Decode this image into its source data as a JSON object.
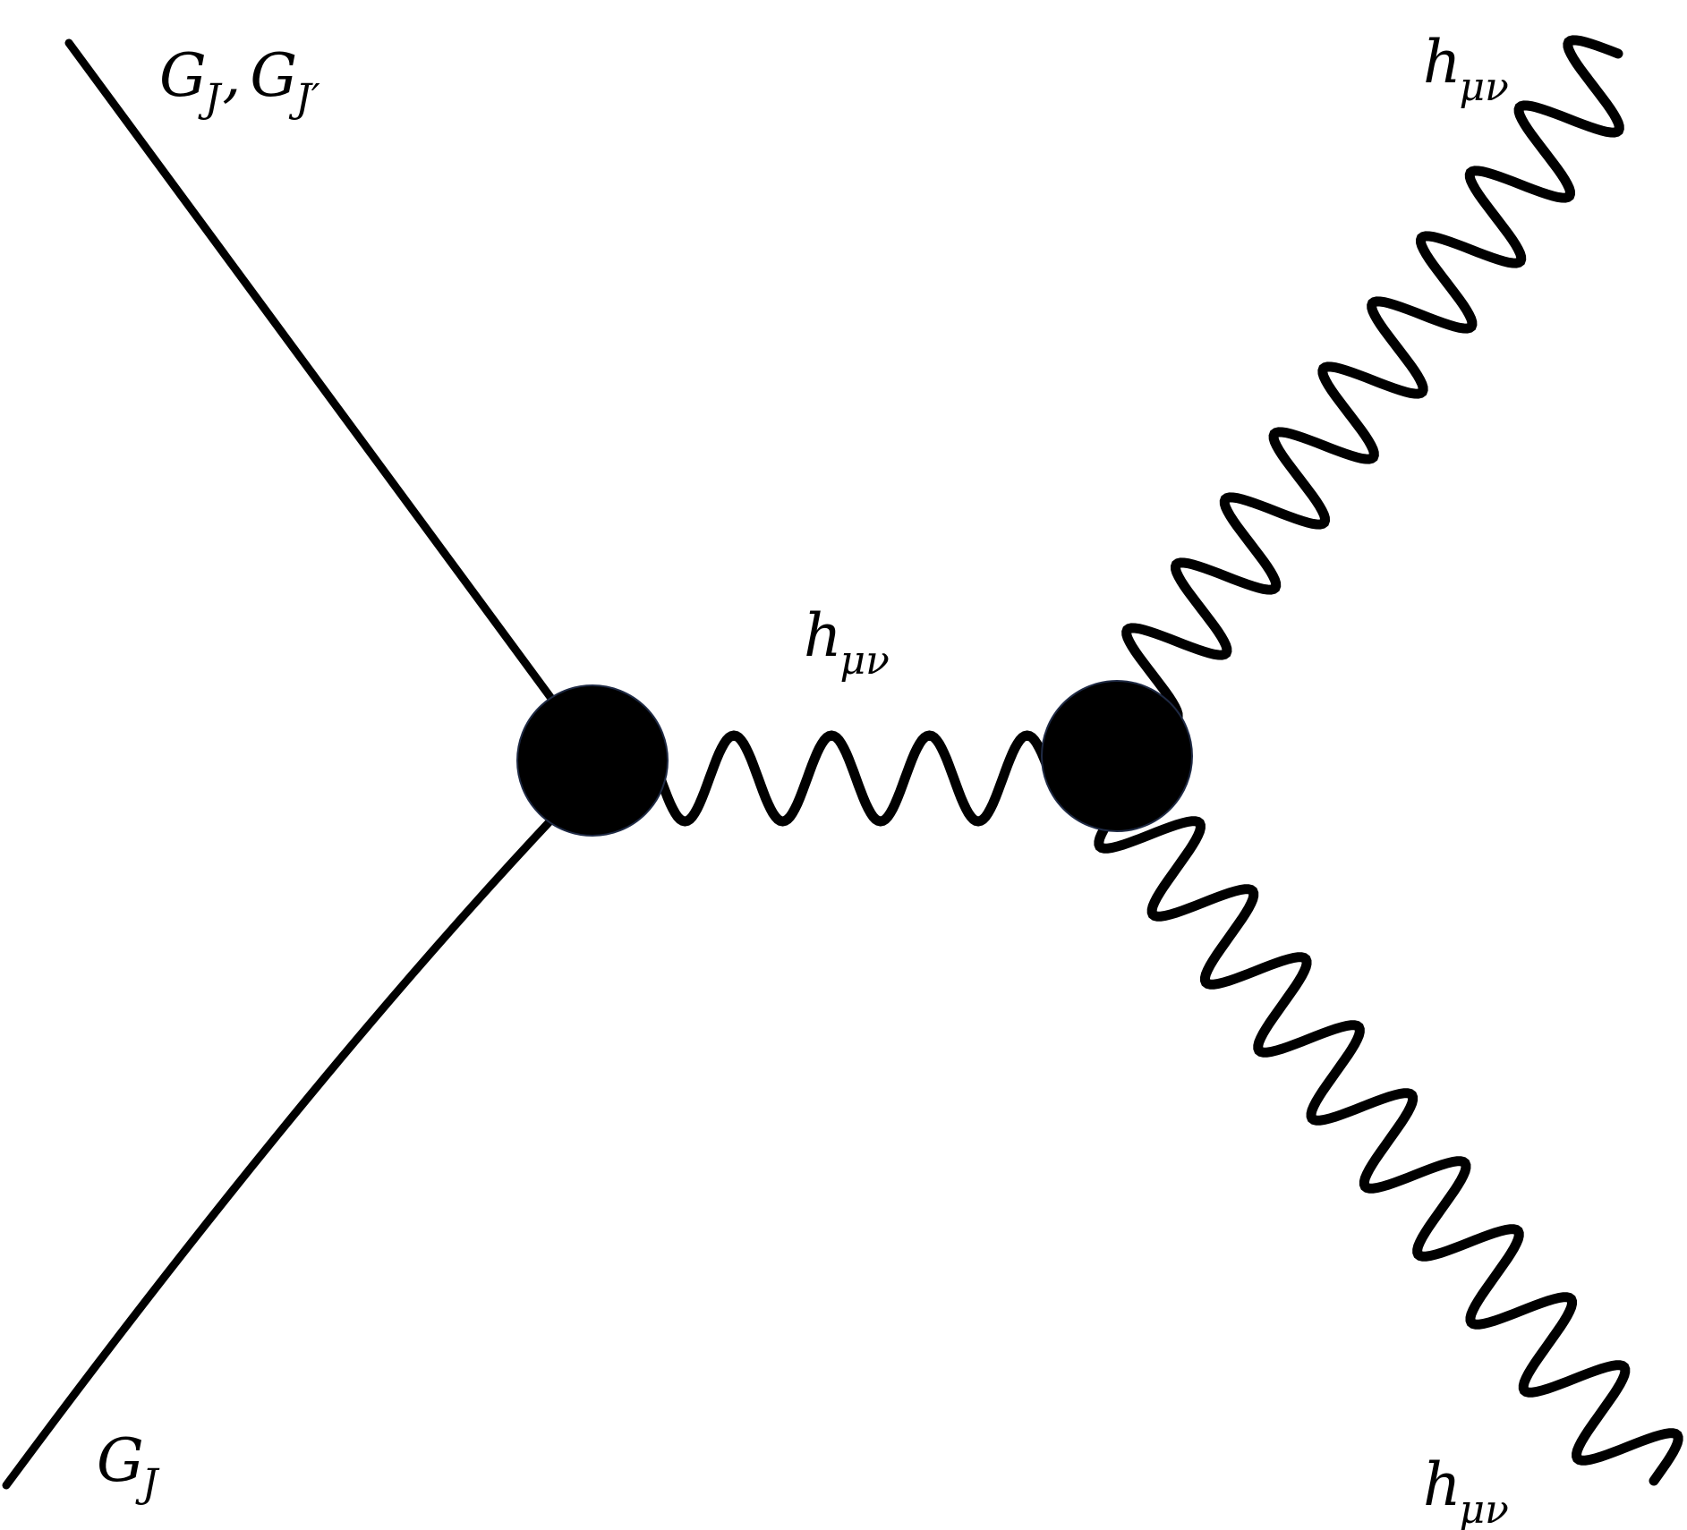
{
  "labels": {
    "top_left": {
      "G1": "G",
      "s1": "J",
      "comma": ",",
      "G2": "G",
      "s2": "J′"
    },
    "bottom_left": {
      "G": "G",
      "s": "J"
    },
    "center": {
      "h": "h",
      "s": "μν"
    },
    "top_right": {
      "h": "h",
      "s": "μν"
    },
    "bottom_right": {
      "h": "h",
      "s": "μν"
    }
  },
  "colors": {
    "line": "#000000",
    "vertex_fill": "#000000",
    "vertex_stroke": "#1f2a44",
    "background": "#ffffff"
  }
}
